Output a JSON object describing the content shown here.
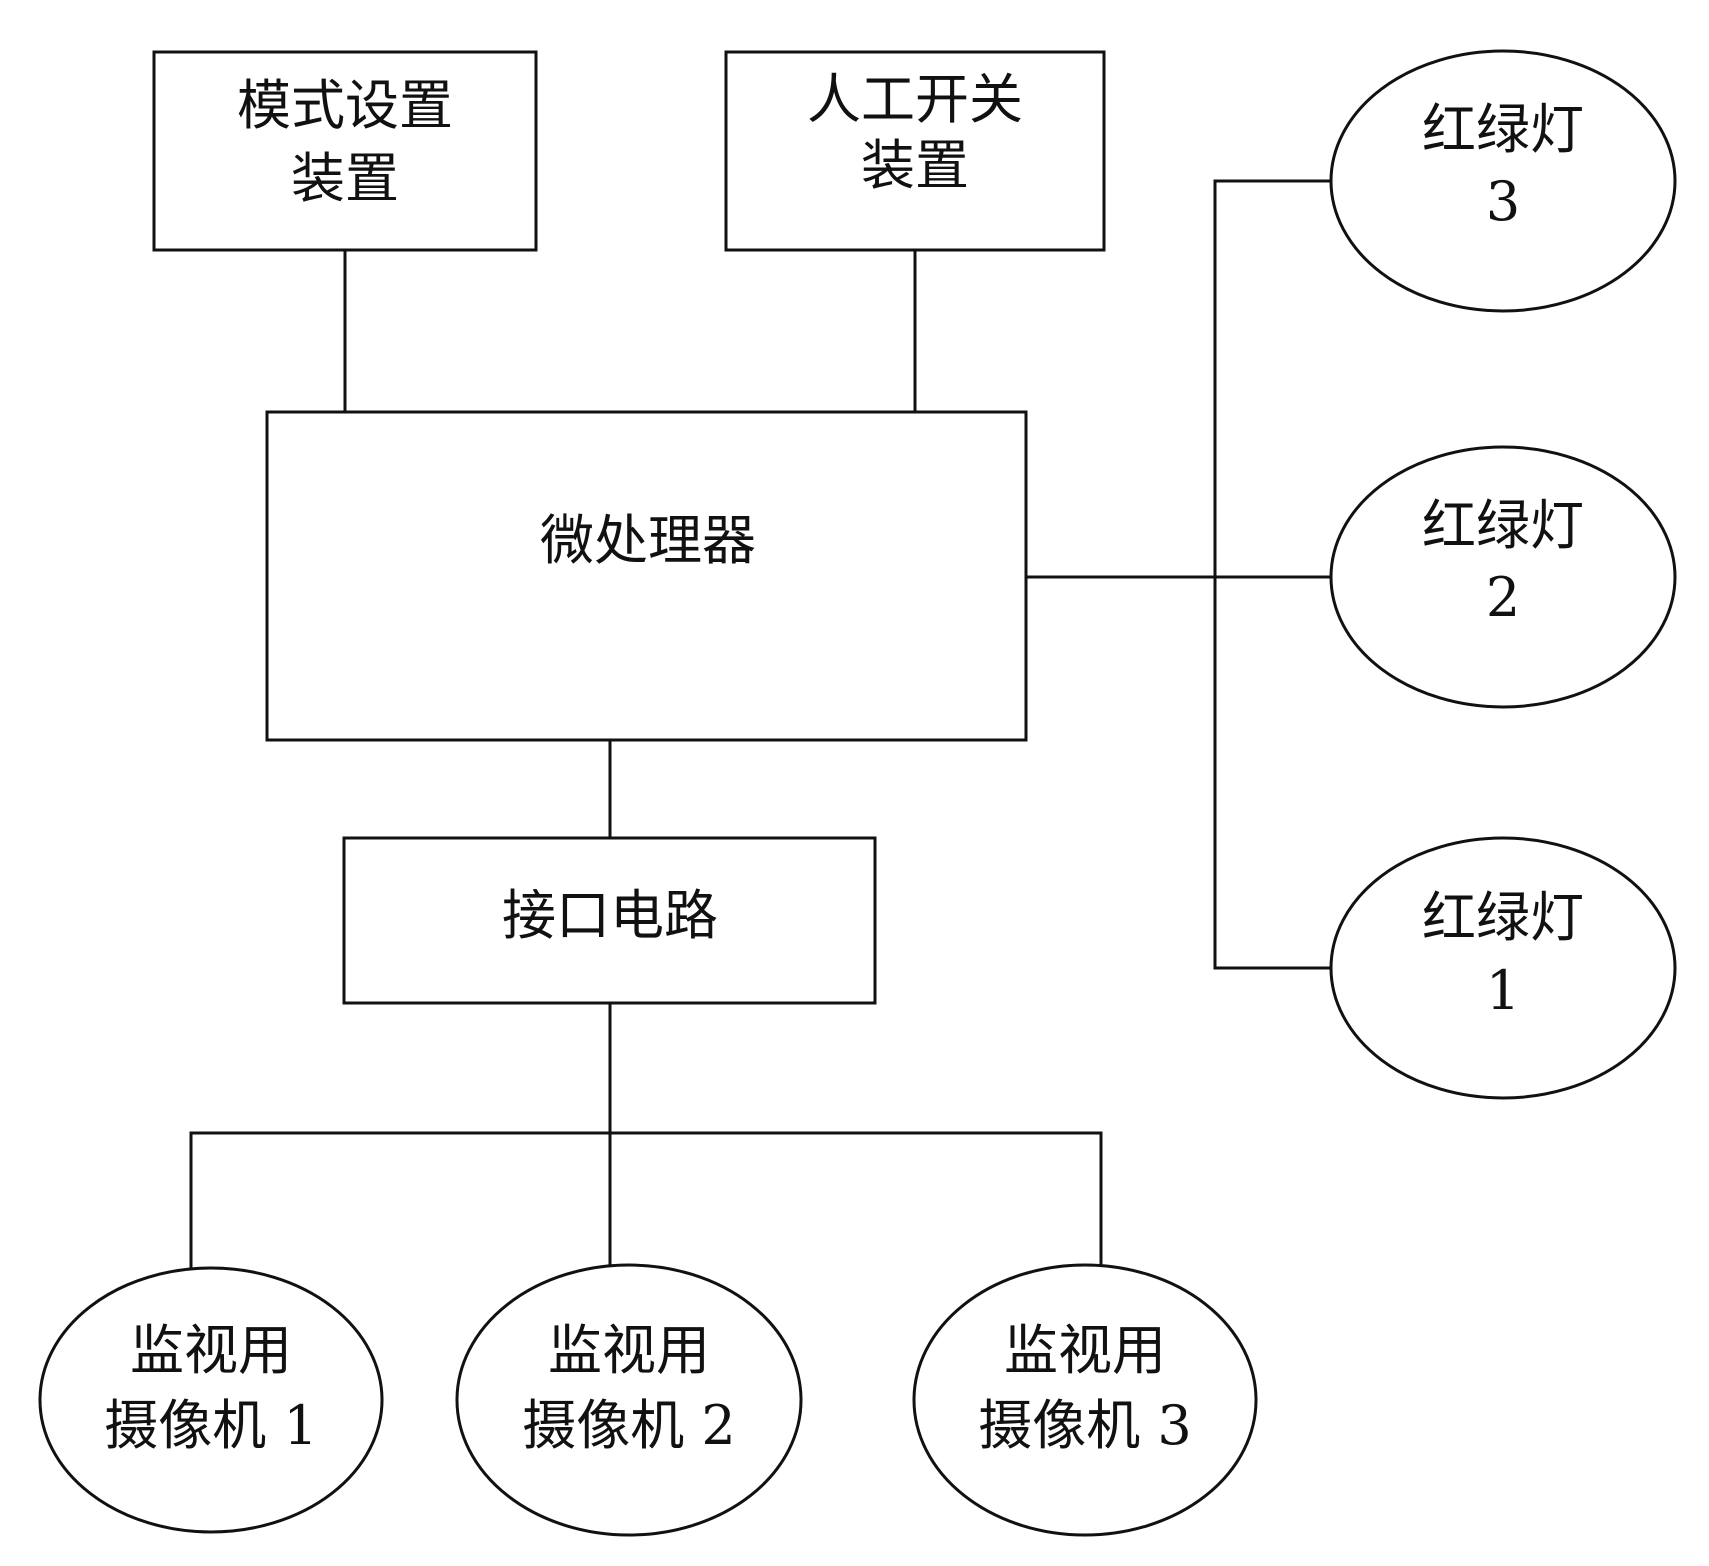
{
  "nodes": {
    "mode_setting": {
      "lines": [
        "模式设置",
        "装置"
      ]
    },
    "manual_switch": {
      "lines": [
        "人工开关",
        "装置"
      ]
    },
    "microprocessor": {
      "lines": [
        "微处理器"
      ]
    },
    "interface": {
      "lines": [
        "接口电路"
      ]
    },
    "light_3": {
      "lines": [
        "红绿灯",
        "3"
      ]
    },
    "light_2": {
      "lines": [
        "红绿灯",
        "2"
      ]
    },
    "light_1": {
      "lines": [
        "红绿灯",
        "1"
      ]
    },
    "camera_1": {
      "lines": [
        "监视用",
        "摄像机 1"
      ]
    },
    "camera_2": {
      "lines": [
        "监视用",
        "摄像机 2"
      ]
    },
    "camera_3": {
      "lines": [
        "监视用",
        "摄像机 3"
      ]
    }
  },
  "edges": [
    [
      "mode_setting",
      "microprocessor"
    ],
    [
      "manual_switch",
      "microprocessor"
    ],
    [
      "microprocessor",
      "interface"
    ],
    [
      "microprocessor",
      "light_1"
    ],
    [
      "microprocessor",
      "light_2"
    ],
    [
      "microprocessor",
      "light_3"
    ],
    [
      "interface",
      "camera_1"
    ],
    [
      "interface",
      "camera_2"
    ],
    [
      "interface",
      "camera_3"
    ]
  ],
  "colors": {
    "stroke": "#111111",
    "background": "#ffffff"
  }
}
